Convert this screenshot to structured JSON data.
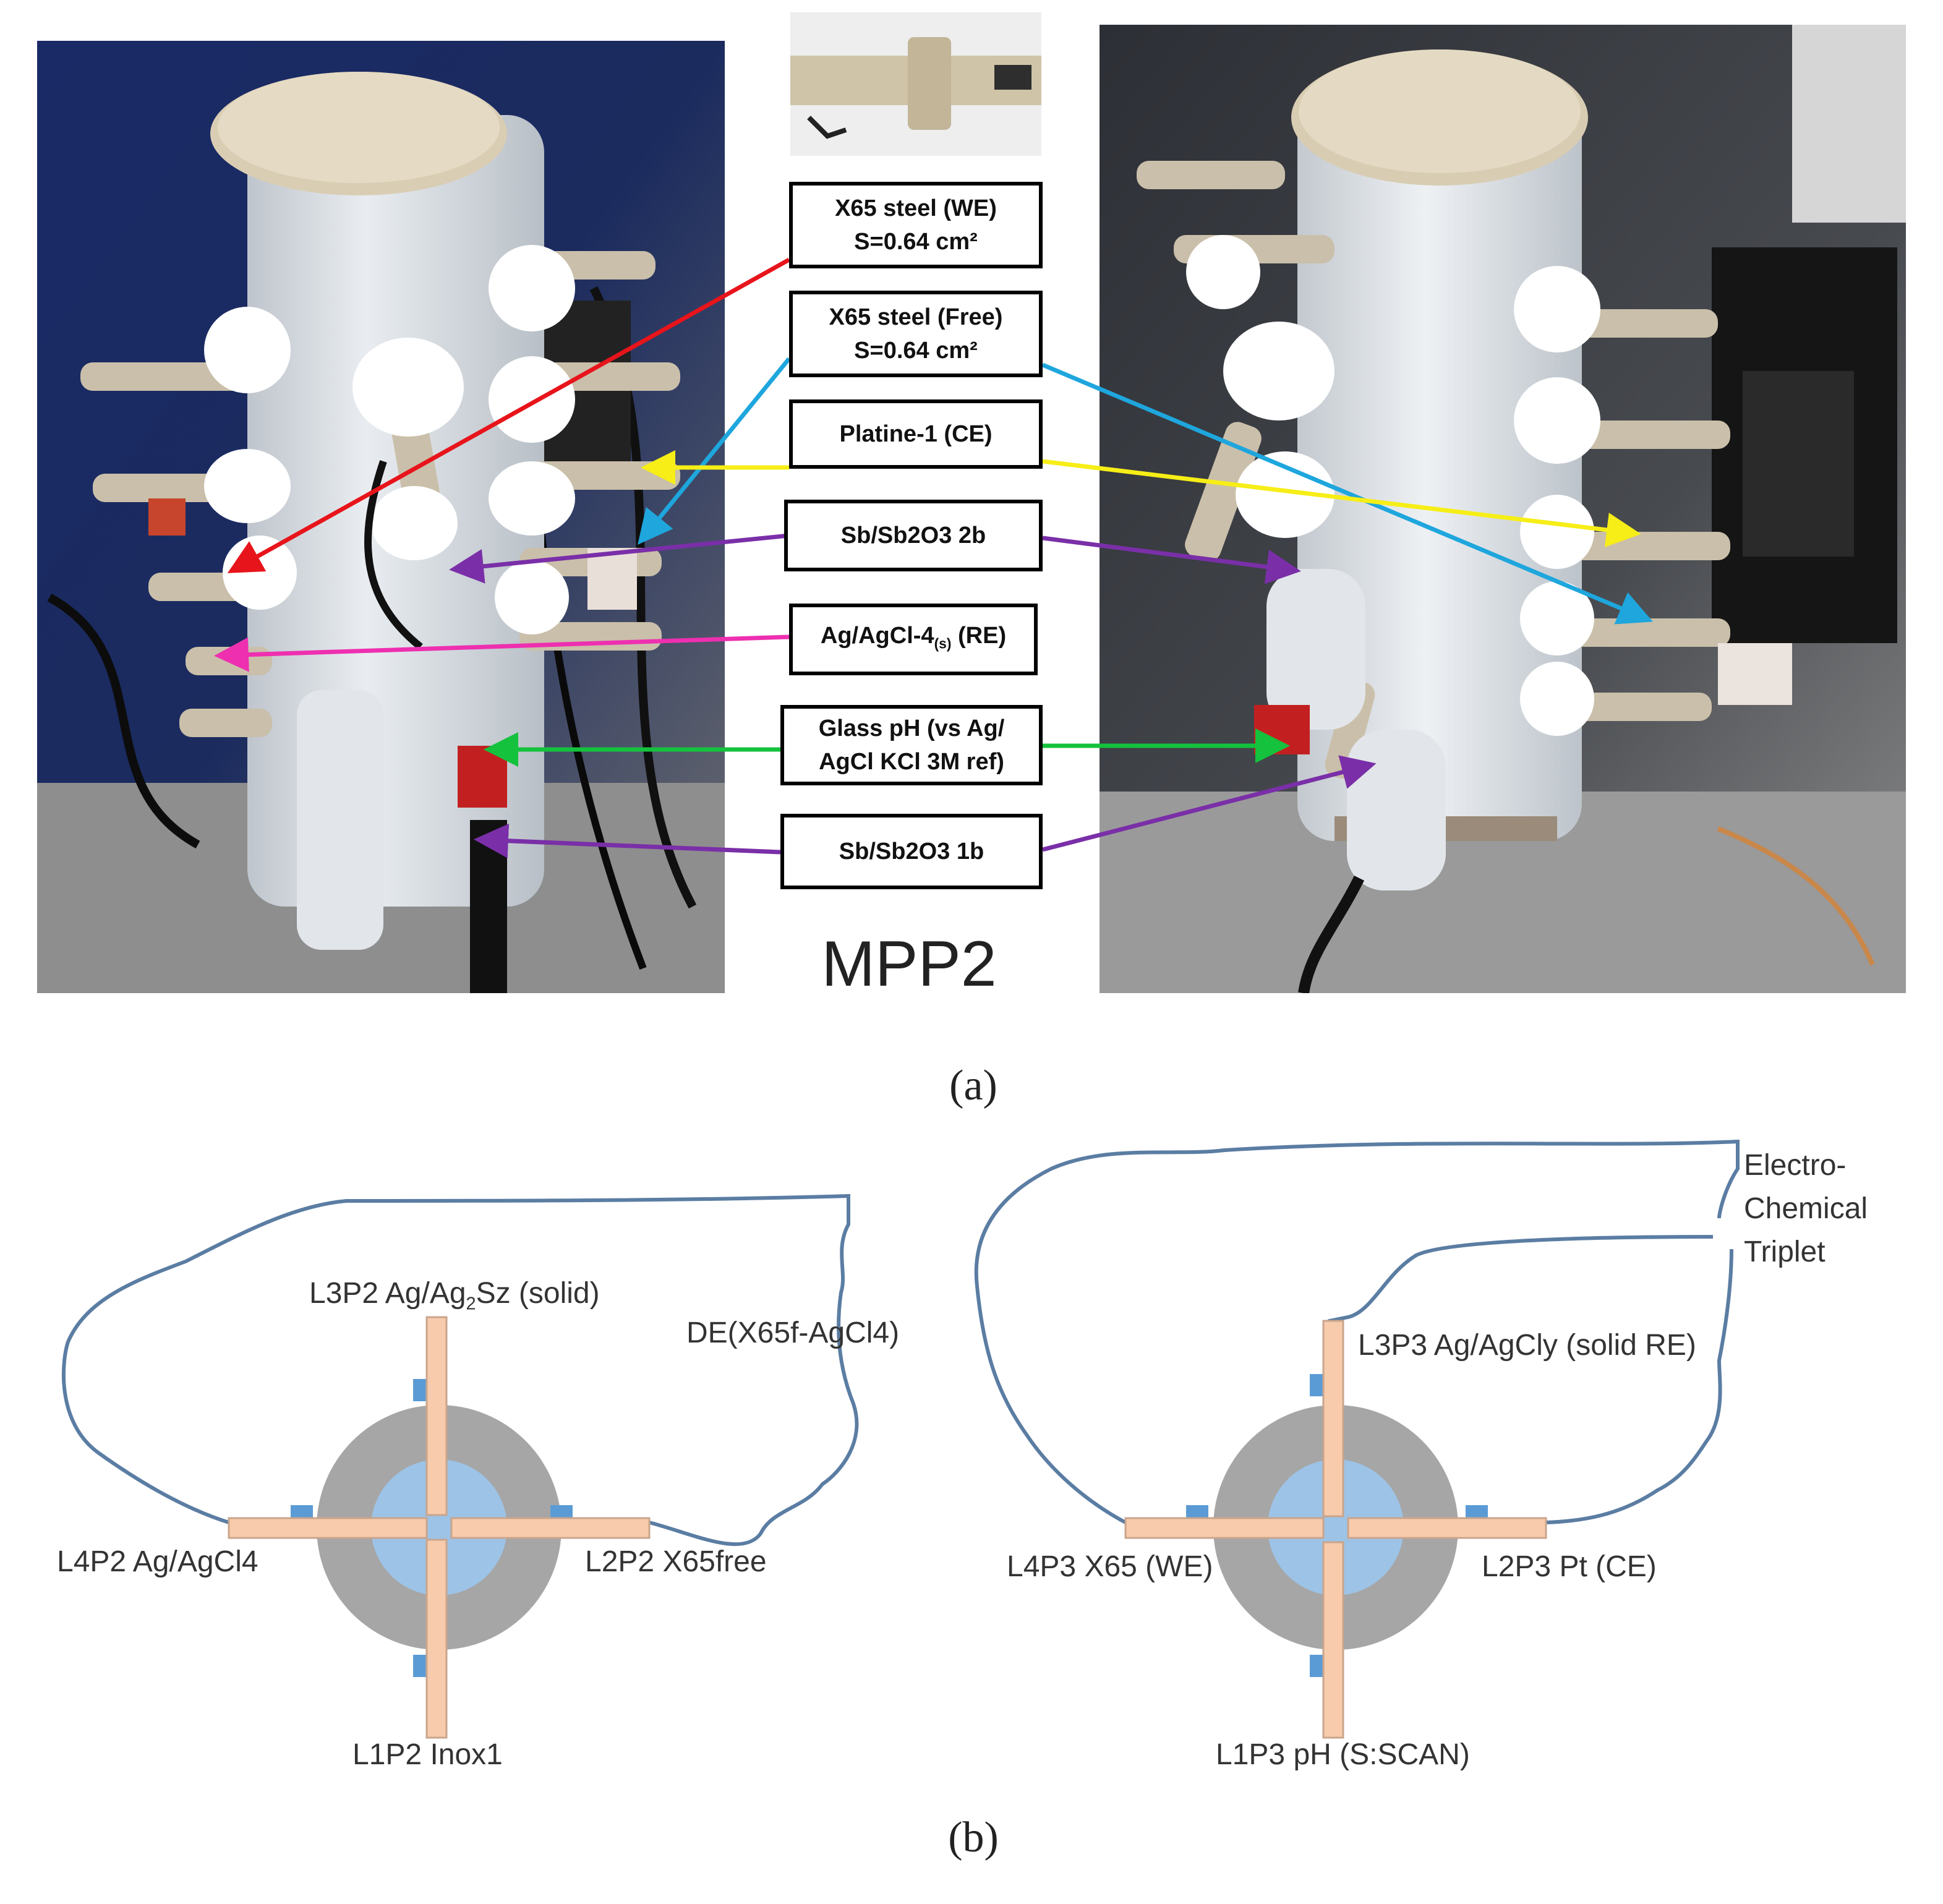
{
  "figure_title": "MPP2",
  "captions": {
    "a": "(a)",
    "b": "(b)"
  },
  "electrode_labels": {
    "we": {
      "line1": "X65 steel (WE)",
      "line2": "S=0.64 cm²"
    },
    "free": {
      "line1": "X65 steel (Free)",
      "line2": "S=0.64 cm²"
    },
    "ce": {
      "line1": "Platine-1 (CE)"
    },
    "sb2b": {
      "line1": "Sb/Sb2O3 2b"
    },
    "re": {
      "main": "Ag/AgCl-4",
      "sub": "(s)",
      "suffix": " (RE)"
    },
    "glass": {
      "line1": "Glass pH (vs Ag/",
      "line2": "AgCl KCl 3M ref)"
    },
    "sb1b": {
      "line1": "Sb/Sb2O3 1b"
    }
  },
  "arrow_colors": {
    "we": "#e8141b",
    "free": "#1ea6dd",
    "ce": "#f6ee16",
    "sb2b": "#7a2fa8",
    "re": "#ee2fb0",
    "glass": "#14c23d",
    "sb1b": "#7a2fa8"
  },
  "diagram": {
    "left": {
      "top_label": {
        "main": "L3P2 Ag/Ag",
        "sub": "2",
        "suffix": "Sz (solid)"
      },
      "loop_label": "DE(X65f-AgCl4)",
      "left_label": "L4P2 Ag/AgCl4",
      "right_label": "L2P2 X65free",
      "bottom_label": "L1P2 Inox1"
    },
    "right": {
      "top_label": "L3P3 Ag/AgCly (solid RE)",
      "loop_label_lines": [
        "Electro-",
        "Chemical",
        "Triplet"
      ],
      "left_label": "L4P3 X65 (WE)",
      "right_label": "L2P3 Pt (CE)",
      "bottom_label": "L1P3 pH (S:SCAN)"
    },
    "colors": {
      "outer_ring": "#a6a6a6",
      "inner_disc": "#9dc3e6",
      "rod": "#f8cbad",
      "rod_stroke": "#c9a58c",
      "clamp": "#5b9bd5",
      "wire": "#5b7da3"
    }
  }
}
